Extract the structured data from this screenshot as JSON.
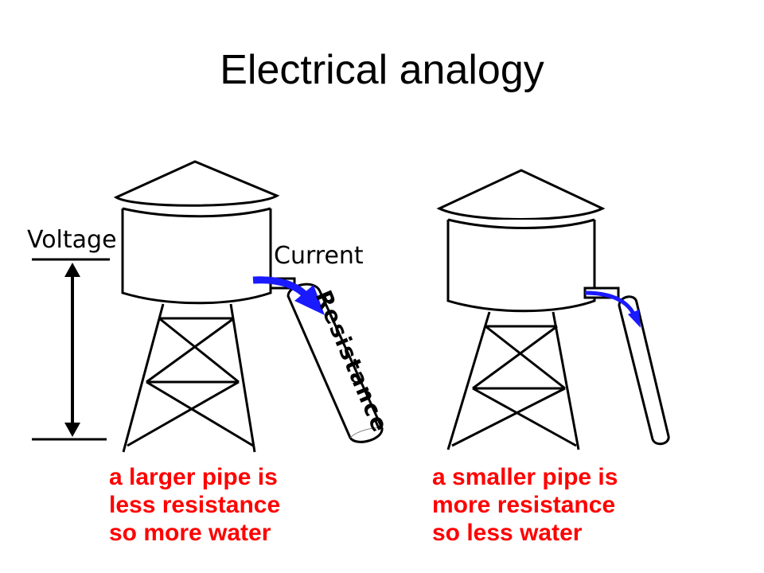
{
  "title": "Electrical analogy",
  "labels": {
    "voltage": "Voltage",
    "current": "Current",
    "resistance": "Resistance"
  },
  "captions": {
    "left": [
      "a larger pipe is",
      "less resistance",
      "so more water"
    ],
    "right": [
      "a smaller pipe is",
      "more resistance",
      "so less water"
    ]
  },
  "colors": {
    "caption": "#ff0000",
    "flow_arrow": "#1a1aff",
    "ink": "#000000"
  }
}
